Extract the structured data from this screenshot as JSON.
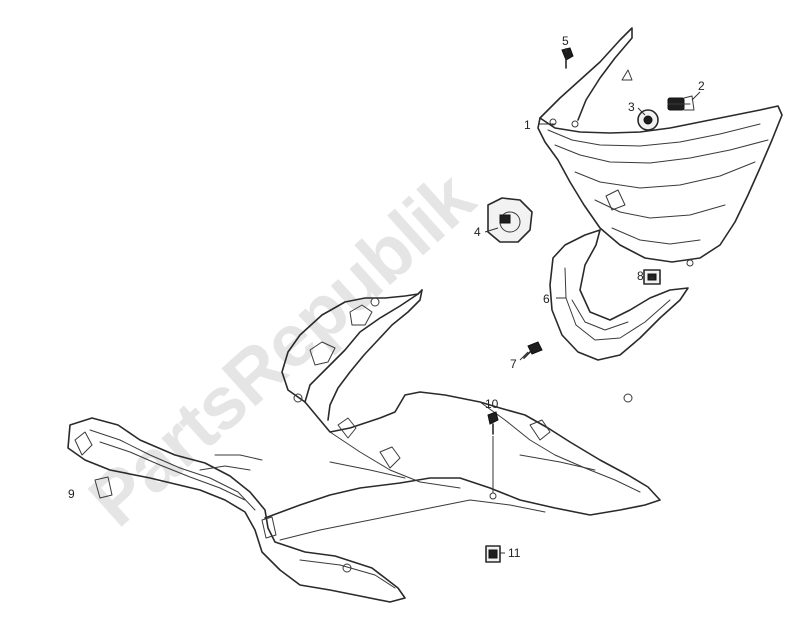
{
  "watermark": "PartsRepublik",
  "callouts": [
    "1",
    "2",
    "3",
    "4",
    "5",
    "6",
    "7",
    "8",
    "9",
    "10",
    "11"
  ],
  "colors": {
    "line": "#2a2a2a",
    "watermark": "#cfcfcf",
    "background": "#ffffff"
  }
}
